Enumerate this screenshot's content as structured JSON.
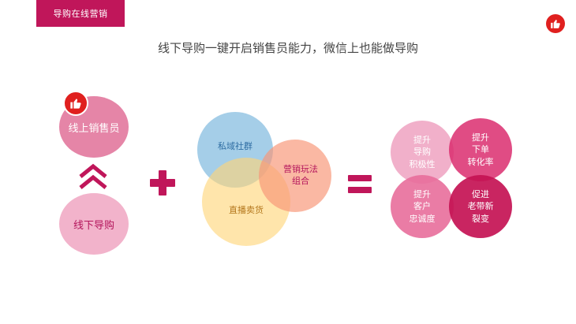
{
  "tag": "导购在线营销",
  "headline": "线下导购一键开启销售员能力，微信上也能做导购",
  "left": {
    "online_label": "线上销售员",
    "offline_label": "线下导购"
  },
  "venn": {
    "blue": "私域社群",
    "orange_line1": "营销玩法",
    "orange_line2": "组合",
    "yellow": "直播卖货"
  },
  "results": [
    {
      "l1": "提升",
      "l2": "导购",
      "l3": "积极性"
    },
    {
      "l1": "提升",
      "l2": "下单",
      "l3": "转化率"
    },
    {
      "l1": "提升",
      "l2": "客户",
      "l3": "忠诚度"
    },
    {
      "l1": "促进",
      "l2": "老带新",
      "l3": "裂变"
    }
  ],
  "colors": {
    "brand": "#c0165a",
    "thumb_badge": "#e0201f"
  },
  "icons": [
    "thumbs-up-icon",
    "double-chevron-up-icon",
    "plus-icon",
    "equals-icon"
  ]
}
